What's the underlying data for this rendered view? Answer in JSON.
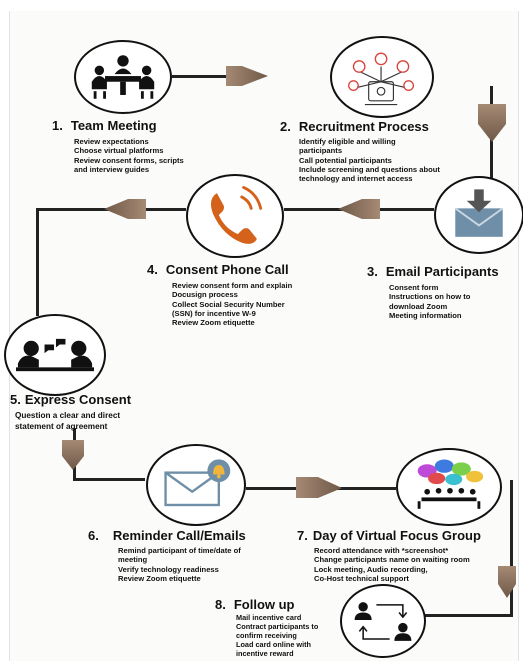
{
  "steps": [
    {
      "number": "1.",
      "title": "Team Meeting",
      "items": [
        "Review expectations",
        "Choose virtual platforms",
        "Review consent forms, scripts",
        "and interview guides"
      ],
      "icon": "meeting-table-icon"
    },
    {
      "number": "2.",
      "title": "Recruitment Process",
      "items": [
        "Identify eligible and willing",
        "participants",
        "Call potential participants",
        "Include screening and questions about",
        "technology and internet access"
      ],
      "icon": "network-people-icon"
    },
    {
      "number": "3.",
      "title": "Email Participants",
      "items": [
        "Consent form",
        "Instructions on how to",
        "download Zoom",
        "Meeting information"
      ],
      "icon": "email-download-icon"
    },
    {
      "number": "4.",
      "title": "Consent Phone Call",
      "items": [
        "Review consent form and explain",
        "Docusign process",
        "Collect Social Security Number",
        "(SSN) for incentive W-9",
        "Review Zoom etiquette"
      ],
      "icon": "phone-call-icon"
    },
    {
      "number": "5.",
      "title": "Express Consent",
      "items": [
        "Question a clear and direct",
        "statement of agreement"
      ],
      "icon": "two-people-talking-icon"
    },
    {
      "number": "6.",
      "title": "Reminder Call/Emails",
      "items": [
        "Remind participant of time/date of",
        "meeting",
        "Verify technology readiness",
        "Review Zoom etiquette"
      ],
      "icon": "email-notification-icon"
    },
    {
      "number": "7.",
      "title": "Day of Virtual Focus Group",
      "items": [
        "Record attendance with *screenshot*",
        "Change participants name on waiting room",
        " Lock meeting, Audio recording,",
        "Co-Host technical support"
      ],
      "icon": "focus-group-icon"
    },
    {
      "number": "8.",
      "title": "Follow up",
      "items": [
        "Mail incentive card",
        "Contract participants to",
        "confirm receiving",
        "Load card online with",
        "incentive reward"
      ],
      "icon": "exchange-people-icon"
    }
  ],
  "colors": {
    "arrow": "#7b6453",
    "arrow_light": "#b39a85",
    "outline": "#111111",
    "phone": "#d4621a",
    "email_blue": "#6f8fa8",
    "bell": "#f0b53a"
  }
}
